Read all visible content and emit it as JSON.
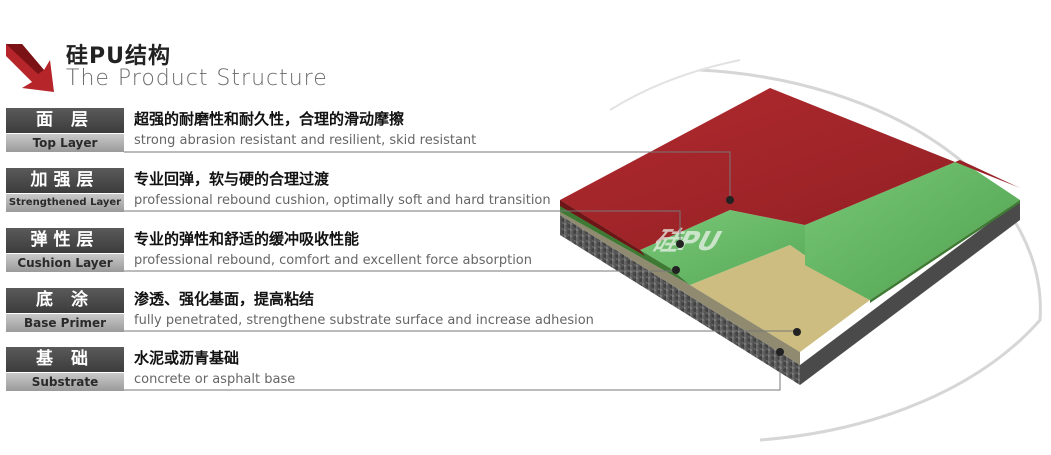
{
  "header": {
    "title_zh": "硅PU结构",
    "title_en": "The Product Structure"
  },
  "layers": [
    {
      "name_zh": "面 层",
      "name_en": "Top Layer",
      "desc_zh": "超强的耐磨性和耐久性，合理的滑动摩擦",
      "desc_en": "strong abrasion resistant and resilient, skid resistant"
    },
    {
      "name_zh": "加强层",
      "name_en": "Strengthened Layer",
      "desc_zh": "专业回弹，软与硬的合理过渡",
      "desc_en": "professional rebound cushion, optimally soft and hard transition"
    },
    {
      "name_zh": "弹性层",
      "name_en": "Cushion Layer",
      "desc_zh": "专业的弹性和舒适的缓冲吸收性能",
      "desc_en": "professional rebound, comfort and excellent force absorption"
    },
    {
      "name_zh": "底 涂",
      "name_en": "Base Primer",
      "desc_zh": "渗透、强化基面，提高粘结",
      "desc_en": "fully penetrated, strengthene substrate surface and increase adhesion"
    },
    {
      "name_zh": "基 础",
      "name_en": "Substrate",
      "desc_zh": "水泥或沥青基础",
      "desc_en": "concrete or asphalt base"
    }
  ],
  "surface_mark": "硅PU",
  "colors": {
    "top_layer": "#a3262a",
    "strengthened_layer": "#4f8a3c",
    "cushion_layer": "#6bbd6b",
    "base_primer": "#cdbd80",
    "substrate": "#555555",
    "arrow_logo": "#b5252a"
  }
}
